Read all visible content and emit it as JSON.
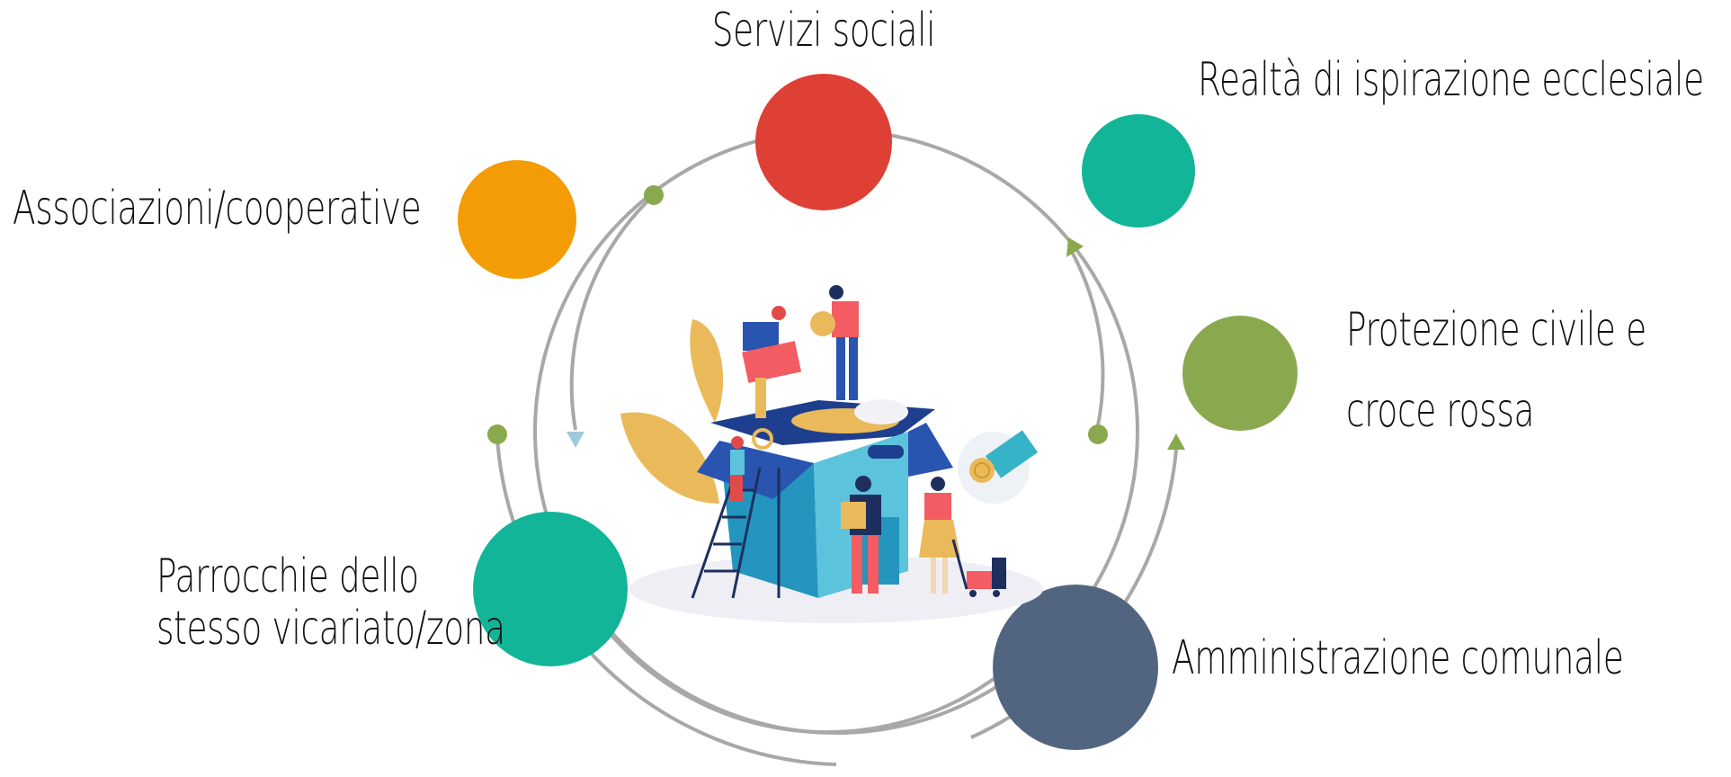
{
  "diagram": {
    "nodes": [
      {
        "id": "servizi",
        "label": "Servizi sociali",
        "color": "#DE4035"
      },
      {
        "id": "realta",
        "label": "Realtà di ispirazione ecclesiale",
        "color": "#13B598"
      },
      {
        "id": "associazioni",
        "label": "Associazioni/cooperative",
        "color": "#F39C05"
      },
      {
        "id": "protezione",
        "label_lines": [
          "Protezione civile e",
          "croce rossa"
        ],
        "color": "#8AA94F"
      },
      {
        "id": "parrocchie",
        "label_lines": [
          "Parrocchie dello",
          "stesso vicariato/zona"
        ],
        "color": "#13B598"
      },
      {
        "id": "amministrazione",
        "label": "Amministrazione comunale",
        "color": "#526580"
      }
    ],
    "colors": {
      "ring": "#A8A8A8",
      "dot_green": "#8AA94F",
      "arrow_green": "#8AA94F",
      "arrow_blue": "#9FC9DD"
    },
    "center_illustration": "donation-box-volunteers-illustration"
  }
}
